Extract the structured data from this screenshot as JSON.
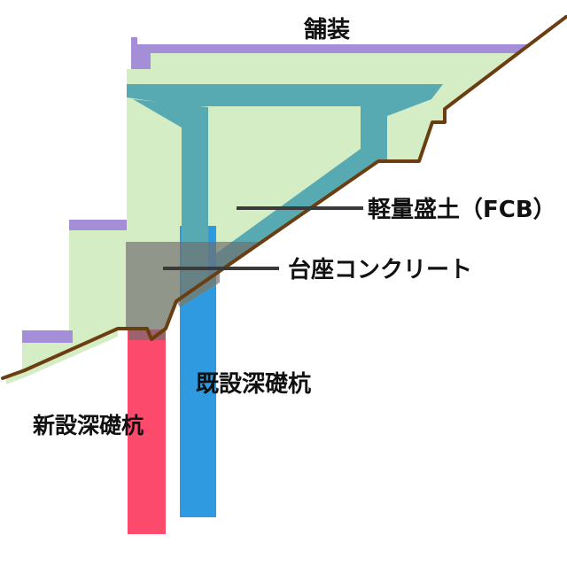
{
  "diagram": {
    "title_context": "盛土・深礎杭 断面図",
    "labels": {
      "pavement": "舗装",
      "lightweight_fill": "軽量盛土（FCB）",
      "pedestal_concrete": "台座コンクリート",
      "existing_pile": "既設深礎杭",
      "new_pile": "新設深礎杭"
    },
    "colors": {
      "embankment_green": "#d5edc5",
      "structure_teal": "#57aab2",
      "pavement_purple": "#a48ed8",
      "pedestal_gray": "#6e6e6e",
      "existing_pile_blue": "#2f9adf",
      "new_pile_pink": "#fb4a6c",
      "ground_line_brown": "#6b3e12",
      "leader_line": "#3a3a3a",
      "background": "#ffffff"
    }
  }
}
